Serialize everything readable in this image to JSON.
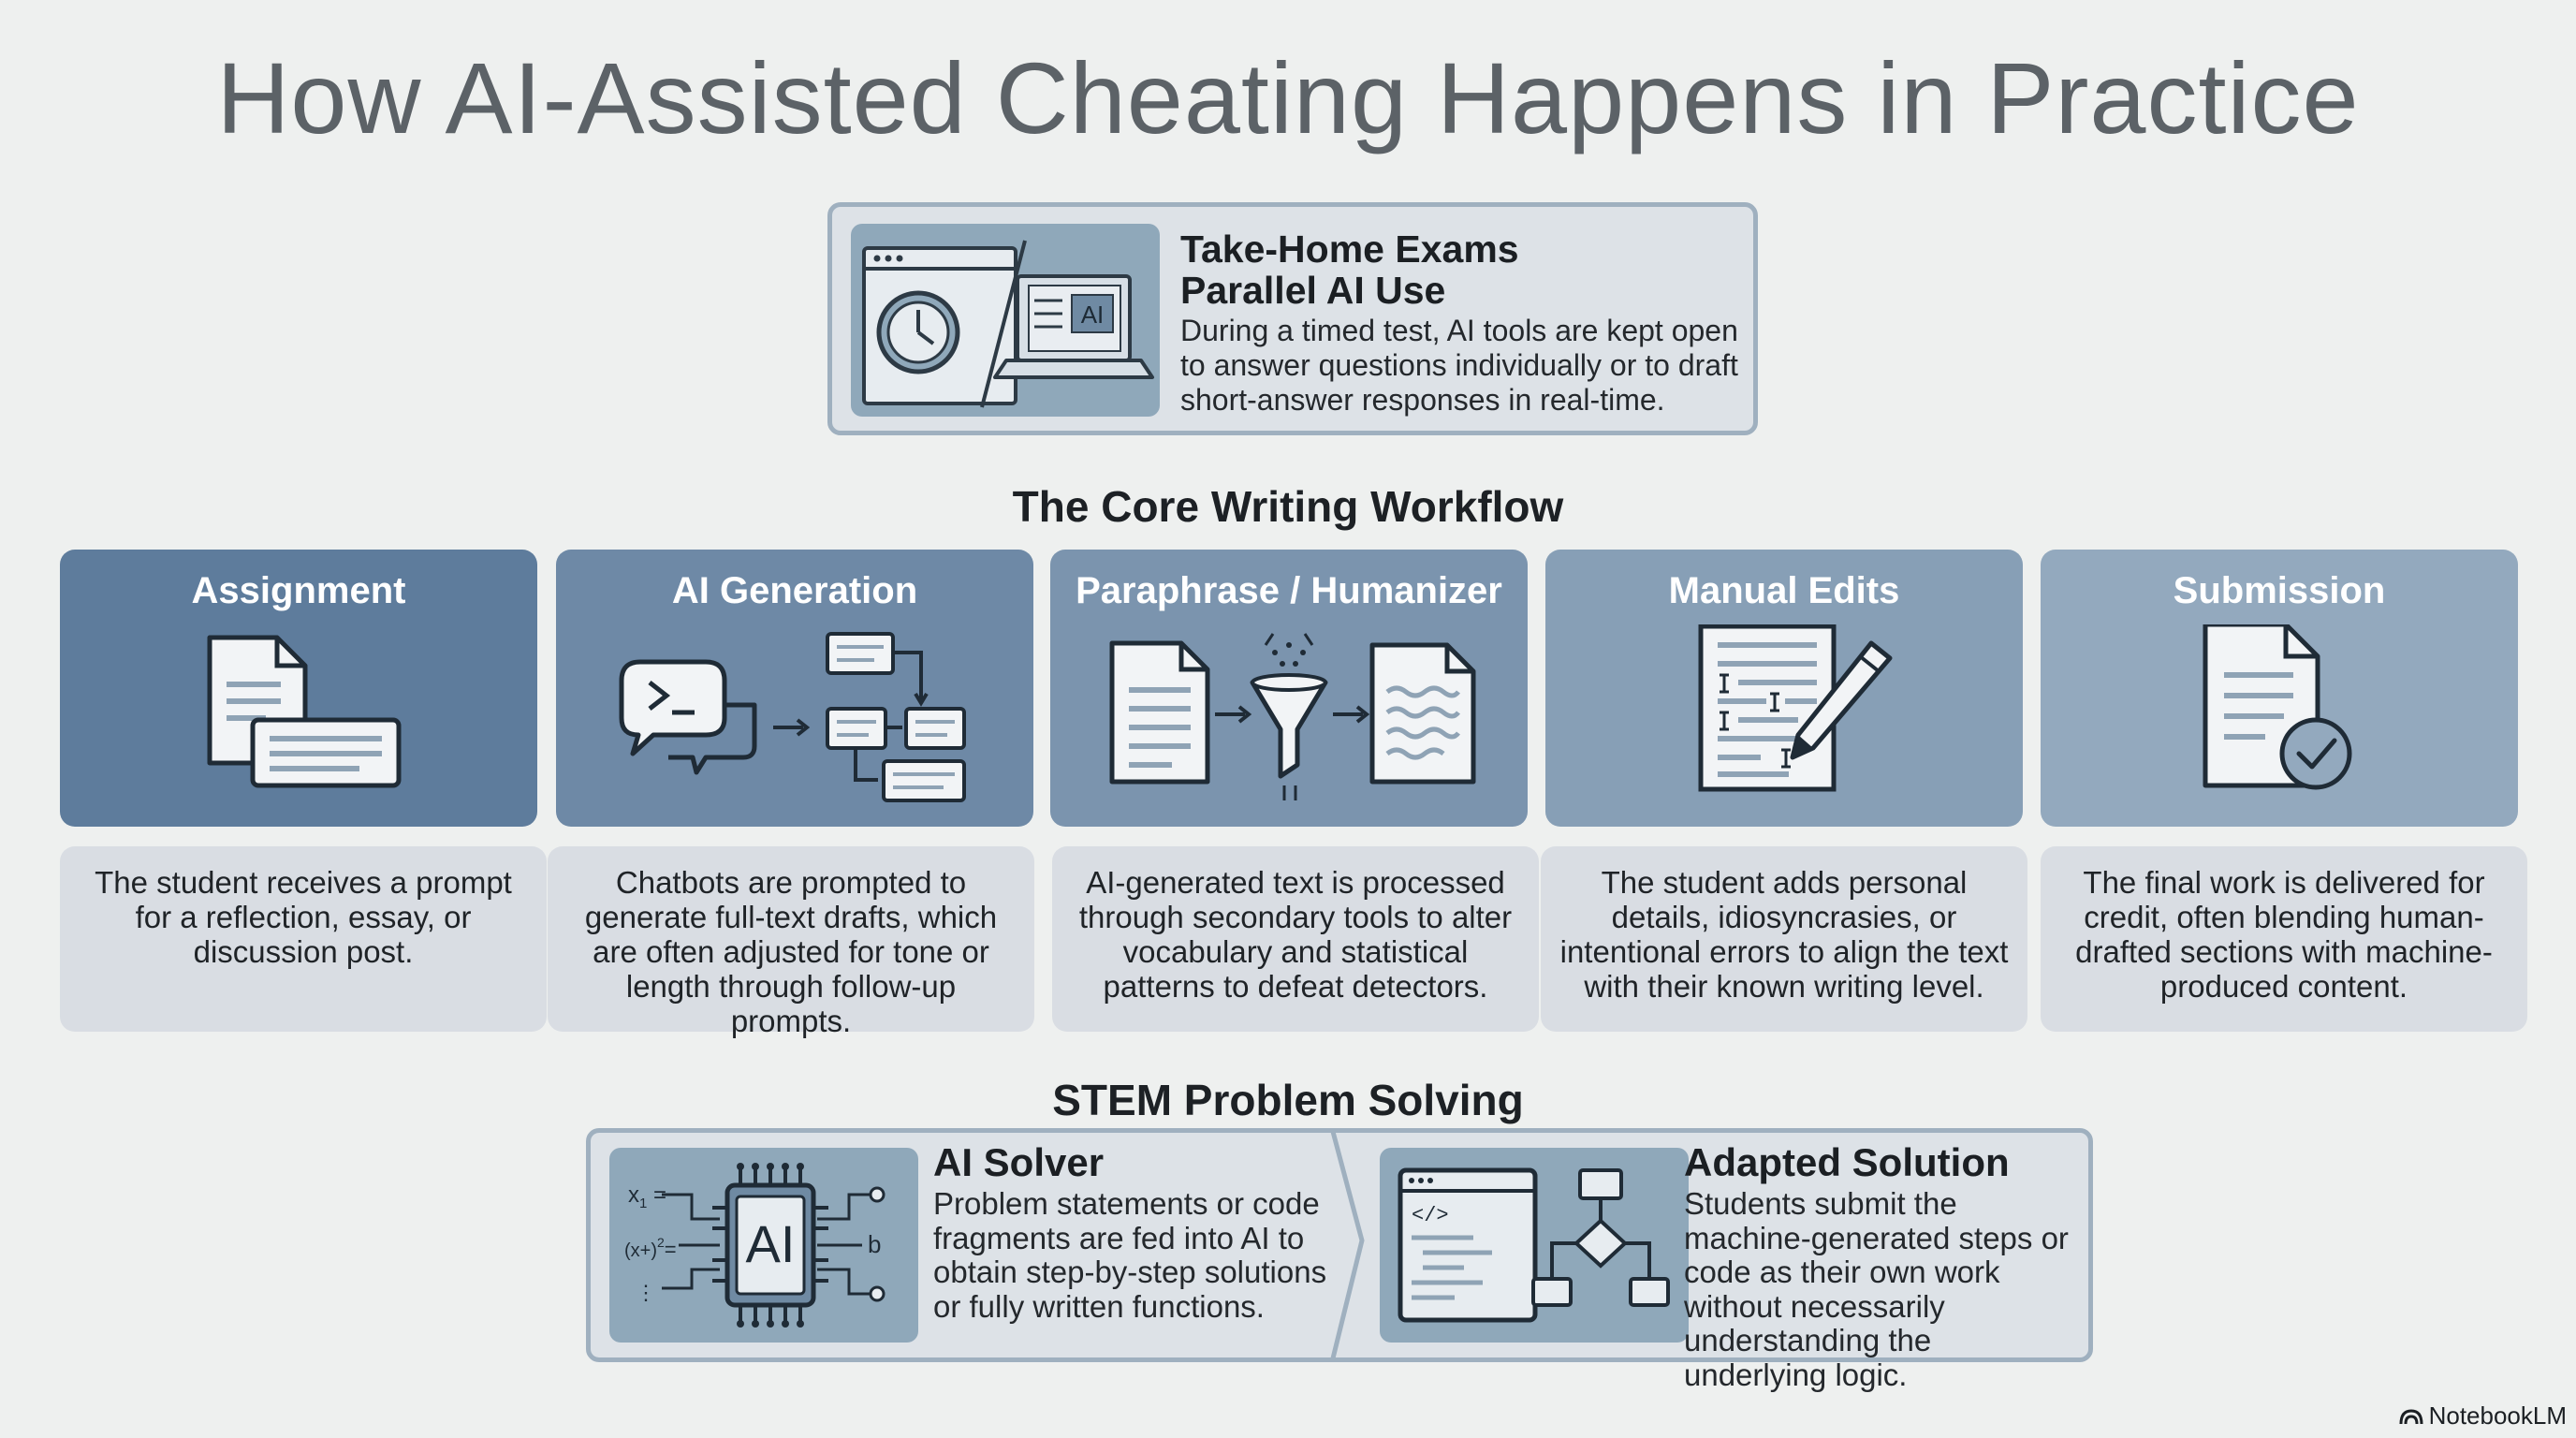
{
  "title": "How AI-Assisted Cheating Happens in Practice",
  "take_home": {
    "title_line1": "Take-Home Exams",
    "title_line2": "Parallel AI Use",
    "description": "During a timed test, AI tools are kept open to answer questions individually or to draft short-answer responses in real-time.",
    "laptop_text": "AI"
  },
  "workflow": {
    "heading": "The Core Writing Workflow",
    "steps": [
      {
        "label": "Assignment",
        "icon": "documents-icon",
        "color": "#5e7c9c",
        "description": "The student receives a prompt for a reflection, essay, or discussion post."
      },
      {
        "label": "AI Generation",
        "icon": "chat-flow-icon",
        "color": "#6e89a6",
        "description": "Chatbots are prompted to generate full-text drafts, which are often adjusted for tone or length through follow-up prompts."
      },
      {
        "label": "Paraphrase / Humanizer",
        "icon": "funnel-icon",
        "color": "#7b94ae",
        "description": "AI-generated text is processed through secondary tools to alter vocabulary and statistical patterns to defeat detectors."
      },
      {
        "label": "Manual Edits",
        "icon": "pen-edit-icon",
        "color": "#879fb6",
        "description": "The student adds personal details, idiosyncrasies, or intentional errors to align the text with their known writing level."
      },
      {
        "label": "Submission",
        "icon": "document-check-icon",
        "color": "#93a9be",
        "description": "The final work is delivered for credit, often blending human-drafted sections with machine-produced content."
      }
    ]
  },
  "stem": {
    "heading": "STEM Problem Solving",
    "solver": {
      "title": "AI Solver",
      "description": "Problem statements or code fragments are fed into AI to obtain step-by-step solutions or fully written functions.",
      "chip_text": "AI",
      "formula_1": "x",
      "formula_1_sub": "1",
      "formula_1_tail": " =",
      "formula_2": "(x+)",
      "formula_2_sup": "2",
      "formula_2_tail": "=",
      "formula_3": "⋮",
      "pin_label": "b"
    },
    "adapted": {
      "title": "Adapted Solution",
      "description": "Students submit the machine-generated steps or code as their own work without necessarily understanding the underlying logic.",
      "code_tag": "</>"
    }
  },
  "brand": "NotebookLM"
}
